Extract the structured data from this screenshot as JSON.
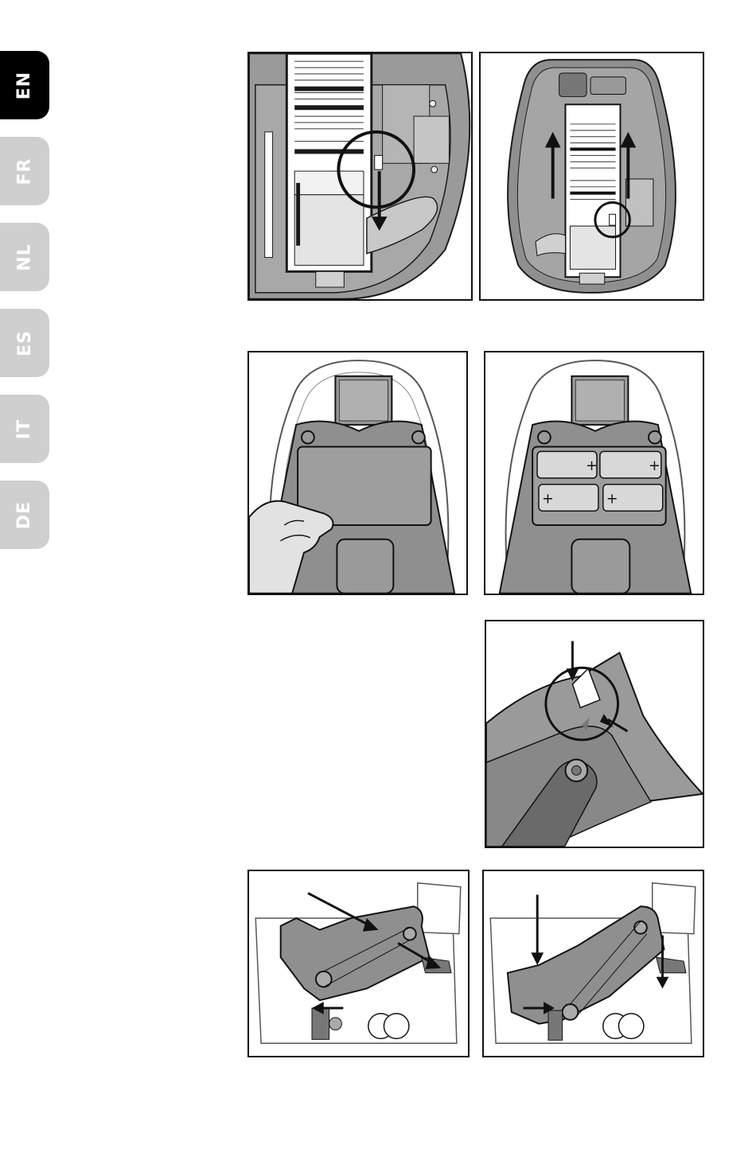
{
  "language_tabs": [
    {
      "code": "EN",
      "active": true
    },
    {
      "code": "FR",
      "active": false
    },
    {
      "code": "NL",
      "active": false
    },
    {
      "code": "ES",
      "active": false
    },
    {
      "code": "IT",
      "active": false
    },
    {
      "code": "DE",
      "active": false
    }
  ],
  "colors": {
    "active_tab": "#000000",
    "inactive_tab": "#cfcfcf",
    "device_body": "#9a9a9a",
    "device_light": "#c8c8c8",
    "outline": "#1a1a1a"
  },
  "figures": [
    {
      "id": "fig-1",
      "icon": "filter-removal-closeup-illustration"
    },
    {
      "id": "fig-2",
      "icon": "filter-slide-out-illustration"
    },
    {
      "id": "fig-3",
      "icon": "battery-cover-open-illustration"
    },
    {
      "id": "fig-4",
      "icon": "battery-compartment-illustration"
    },
    {
      "id": "fig-5",
      "icon": "latch-detail-illustration"
    },
    {
      "id": "fig-6",
      "icon": "arm-lowering-illustration"
    },
    {
      "id": "fig-7",
      "icon": "arm-locked-illustration"
    }
  ]
}
